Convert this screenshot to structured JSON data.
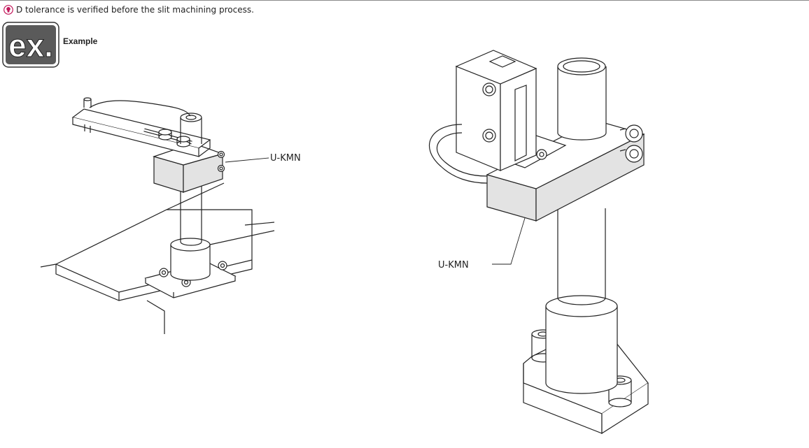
{
  "header": {
    "note_text": "D tolerance is verified before the slit machining process."
  },
  "example": {
    "badge_text": "ex.",
    "label": "Example"
  },
  "figure_left": {
    "callout": "U-KMN"
  },
  "figure_right": {
    "callout": "U-KMN"
  },
  "colors": {
    "note_icon": "#c2185b",
    "badge_dark": "#5a5a5a",
    "line": "#222222",
    "shade": "#e3e3e3"
  }
}
